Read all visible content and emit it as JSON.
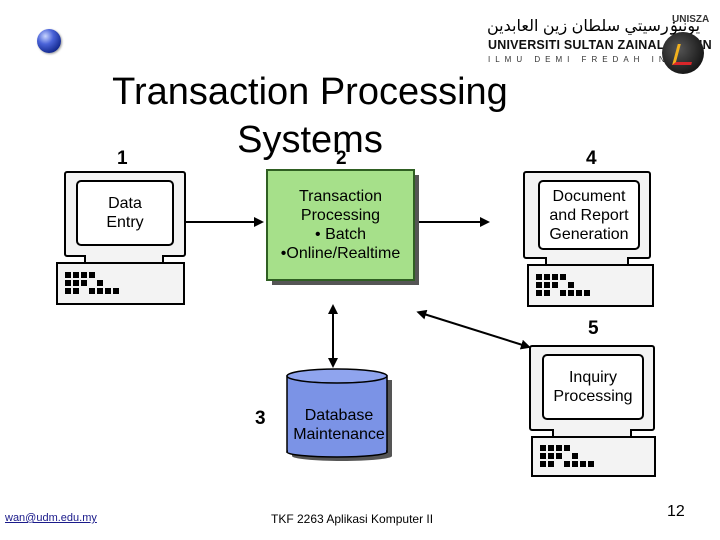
{
  "slide": {
    "title": "Transaction Processing Systems",
    "footer_left": "wan@udm.edu.my",
    "footer_center": "TKF 2263 Aplikasi Komputer II",
    "page_number": "12"
  },
  "logo": {
    "arabic_text": "يونيۏرسيتي سلطان زين العابدين",
    "name": "UNIVERSITI SULTAN ZAINAL ABIDIN",
    "motto": "ILMU DEMI FREDAH INSAN",
    "brand": "UNISZA"
  },
  "diagram": {
    "nodes": [
      {
        "id": "1",
        "label": "Data\nEntry"
      },
      {
        "id": "2",
        "label": "Transaction\nProcessing\n• Batch\n•Online/Realtime"
      },
      {
        "id": "3",
        "label": "Database\nMaintenance"
      },
      {
        "id": "4",
        "label": "Document\nand Report\nGeneration"
      },
      {
        "id": "5",
        "label": "Inquiry\nProcessing"
      }
    ]
  },
  "colors": {
    "process_fill": "#a6e08a",
    "database_fill": "#7b93e6",
    "arrow": "#000000"
  }
}
